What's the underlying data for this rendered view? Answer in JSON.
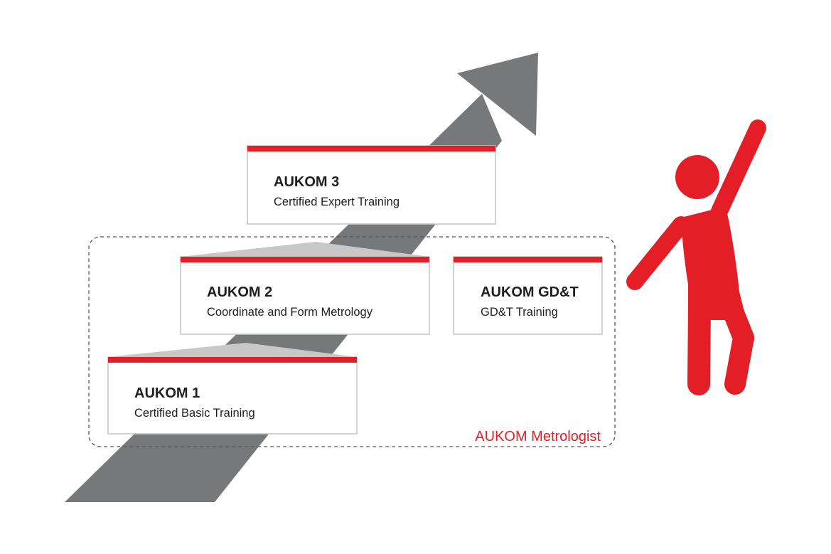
{
  "colors": {
    "accent": "#e31e26",
    "arrow": "#76787a",
    "card_border": "#c4c4c4",
    "tab": "#c8c8c8",
    "text": "#1e1e1e",
    "dashed_border": "#555555"
  },
  "group": {
    "label": "AUKOM Metrologist"
  },
  "cards": [
    {
      "title": "AUKOM 3",
      "subtitle": "Certified Expert Training"
    },
    {
      "title": "AUKOM 2",
      "subtitle": "Coordinate and Form Metrology"
    },
    {
      "title": "AUKOM GD&T",
      "subtitle": "GD&T Training"
    },
    {
      "title": "AUKOM 1",
      "subtitle": "Certified Basic Training"
    }
  ],
  "icons": {
    "arrow": "upward-progress-arrow-icon",
    "person": "celebrating-person-icon"
  }
}
